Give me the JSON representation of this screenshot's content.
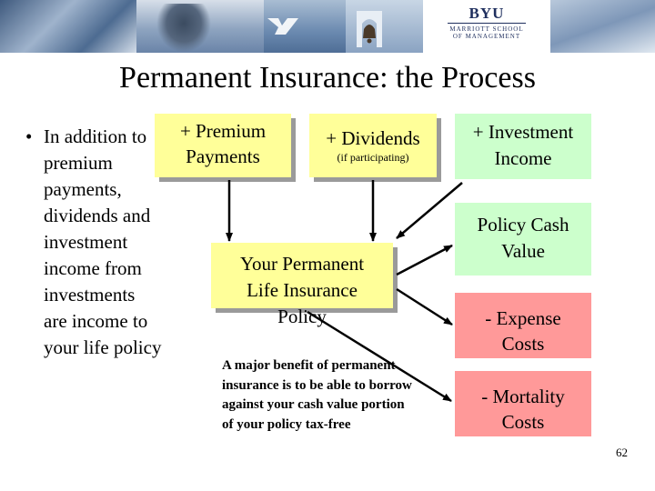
{
  "header": {
    "logo_main": "BYU",
    "logo_sub_1": "MARRIOTT SCHOOL",
    "logo_sub_2": "OF MANAGEMENT"
  },
  "title": "Permanent Insurance:  the Process",
  "bullet": {
    "symbol": "•",
    "text": "In addition to premium payments, dividends and investment income from investments are income to your life policy"
  },
  "diagram": {
    "premium": {
      "line1": "+ Premium",
      "line2": "Payments"
    },
    "dividends": {
      "line1": "+ Dividends",
      "note": "(if participating)"
    },
    "investment": {
      "line1": "+ Investment",
      "line2": "Income"
    },
    "policy_cash_value": {
      "line1": "Policy Cash",
      "line2": "Value"
    },
    "policy": {
      "line1": "Your Permanent",
      "line2": "Life  Insurance",
      "line3": "Policy"
    },
    "expense": {
      "line1": "-  Expense",
      "line2": "Costs"
    },
    "mortality": {
      "line1": "- Mortality",
      "line2": "Costs"
    },
    "benefit_note": "A major benefit of permanent insurance is to be able to borrow against your cash value portion of your policy tax-free"
  },
  "colors": {
    "yellow_box": "#ffff99",
    "green_box": "#ccffcc",
    "pink_box": "#ff9999",
    "arrow": "#000000"
  },
  "page_number": "62"
}
